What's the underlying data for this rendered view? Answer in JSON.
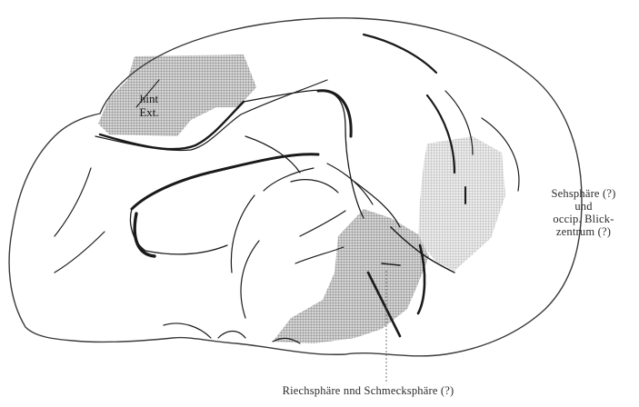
{
  "labels": {
    "hint_ext": [
      "hint",
      "Ext."
    ],
    "sehsphaere": [
      "Sehsphäre (?)",
      "und",
      "occip. Blick-",
      "zentrum (?)"
    ],
    "riechsphaere": "Riechsphäre nnd Schmecksphäre (?)"
  },
  "colors": {
    "outline": "#1a1a1a",
    "hatch_fill": "#9a9a9a",
    "background": "#ffffff"
  }
}
